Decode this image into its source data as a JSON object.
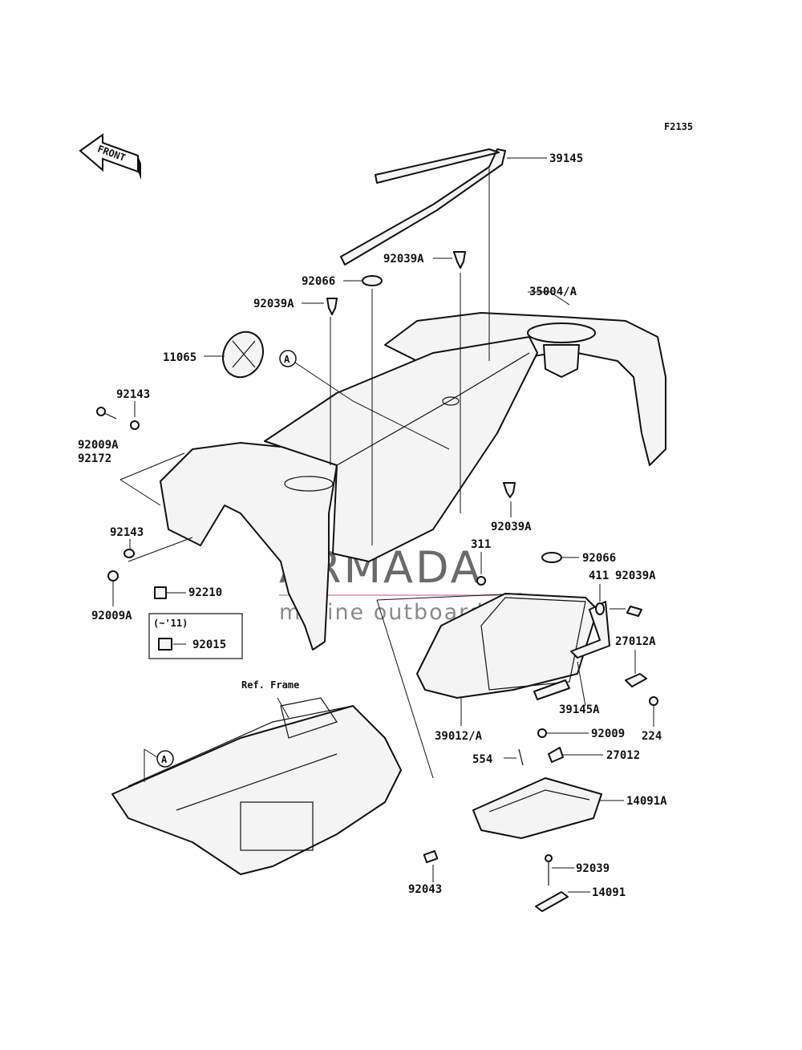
{
  "figure_code": "F2135",
  "front_label": "FRONT",
  "ref_frame_label": "Ref. Frame",
  "callout_a": "A",
  "model_note": "(~'11)",
  "watermark": {
    "brand": "ARMADA",
    "tagline": "marine outboards",
    "colors": {
      "logo_pink": "#e8a6c4",
      "logo_dark": "#d35a96",
      "text_gray": "#6a6a6a"
    }
  },
  "part_labels": [
    "39145",
    "92039A",
    "92066",
    "35004/A",
    "92039A",
    "11065",
    "92143",
    "92009A",
    "92172",
    "92039A",
    "92143",
    "92009A",
    "92210",
    "92015",
    "311",
    "92066",
    "411",
    "92039A",
    "27012A",
    "39145A",
    "224",
    "39012/A",
    "92009",
    "554",
    "27012",
    "14091A",
    "92039",
    "92043",
    "14091"
  ]
}
